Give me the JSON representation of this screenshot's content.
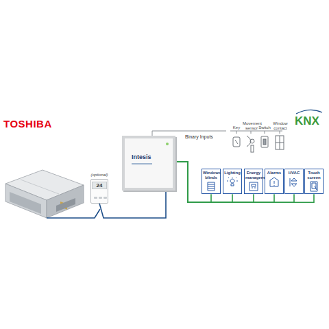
{
  "diagram": {
    "nodes": [
      {
        "text": [
          "(optional)",
          "24"
        ]
      },
      {
        "text": [
          "Intesis"
        ]
      },
      {
        "text": [
          "Windows blinds"
        ]
      },
      {
        "text": [
          "Lighting"
        ]
      },
      {
        "text": [
          "Energy management"
        ]
      },
      {
        "text": [
          "Alarms"
        ]
      },
      {
        "text": [
          "HVAC"
        ]
      },
      {
        "text": [
          "Touch screen"
        ]
      }
    ],
    "edges": [
      {
        "from": 0,
        "to": 1,
        "arrow": "none"
      },
      {
        "from": 1,
        "to": 2,
        "arrow": "none"
      },
      {
        "from": 1,
        "to": 3,
        "arrow": "none"
      },
      {
        "from": 1,
        "to": 4,
        "arrow": "none"
      },
      {
        "from": 1,
        "to": 5,
        "arrow": "none"
      },
      {
        "from": 1,
        "to": 6,
        "arrow": "none"
      },
      {
        "from": 1,
        "to": 7,
        "arrow": "none"
      }
    ],
    "labels": [
      "TOSHIBA",
      "KNX",
      "Binary Inputs",
      "Key",
      "Movement sensor",
      "Switch",
      "Window contact"
    ]
  }
}
